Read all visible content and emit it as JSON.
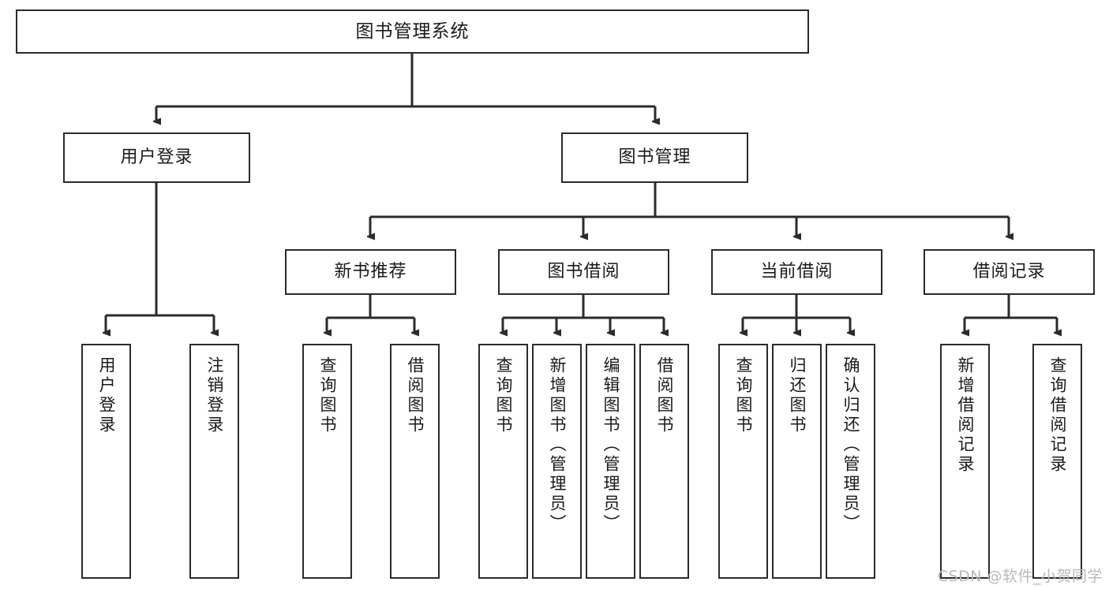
{
  "diagram": {
    "title": "图书管理系统",
    "watermark": "CSDN @软件_小贺同学",
    "line_color": "#2b2b2b",
    "box_fill": "#ffffff",
    "text_color": "#1a1a1a",
    "watermark_color": "#b9b9b9",
    "levels": {
      "root": {
        "label": "图书管理系统"
      },
      "level2": [
        {
          "label": "用户登录"
        },
        {
          "label": "图书管理"
        }
      ],
      "level3": [
        {
          "label": "新书推荐"
        },
        {
          "label": "图书借阅"
        },
        {
          "label": "当前借阅"
        },
        {
          "label": "借阅记录"
        }
      ],
      "leaves": [
        {
          "label": "用户登录",
          "parent": "用户登录"
        },
        {
          "label": "注销登录",
          "parent": "用户登录"
        },
        {
          "label": "查询图书",
          "parent": "新书推荐"
        },
        {
          "label": "借阅图书",
          "parent": "新书推荐"
        },
        {
          "label": "查询图书",
          "parent": "图书借阅"
        },
        {
          "label": "新增图书（管理员）",
          "parent": "图书借阅"
        },
        {
          "label": "编辑图书（管理员）",
          "parent": "图书借阅"
        },
        {
          "label": "借阅图书",
          "parent": "图书借阅"
        },
        {
          "label": "查询图书",
          "parent": "当前借阅"
        },
        {
          "label": "归还图书",
          "parent": "当前借阅"
        },
        {
          "label": "确认归还（管理员）",
          "parent": "当前借阅"
        },
        {
          "label": "新增借阅记录",
          "parent": "借阅记录"
        },
        {
          "label": "查询借阅记录",
          "parent": "借阅记录"
        }
      ]
    }
  }
}
